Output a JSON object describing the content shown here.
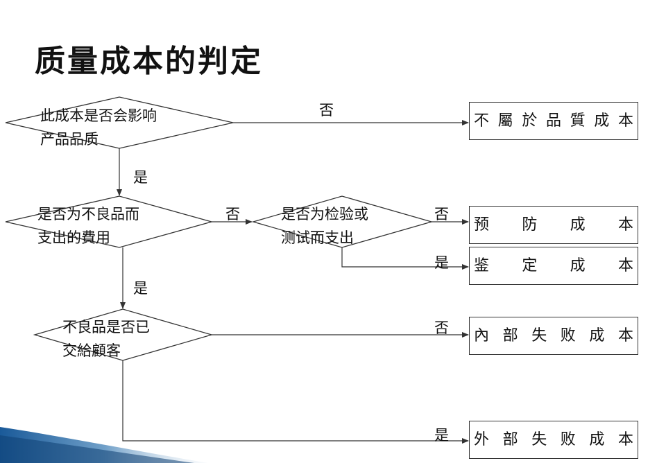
{
  "title": "质量成本的判定",
  "decisions": {
    "d1": [
      "此成本是否会影响",
      "产品品质"
    ],
    "d2": [
      "是否为不良品而",
      "支出的費用"
    ],
    "d3": [
      "是否为检验或",
      "测试而支出"
    ],
    "d4": [
      "不良品是否已",
      "交給顧客"
    ]
  },
  "labels": {
    "no": "否",
    "yes": "是"
  },
  "outcomes": {
    "not_quality": "不屬於品質成本",
    "prevention": "预防成本",
    "appraisal": "鉴定成本",
    "internal_failure": "內部失败成本",
    "external_failure": "外部失败成本"
  },
  "colors": {
    "line": "#333333",
    "accent": "#1a5a99"
  }
}
